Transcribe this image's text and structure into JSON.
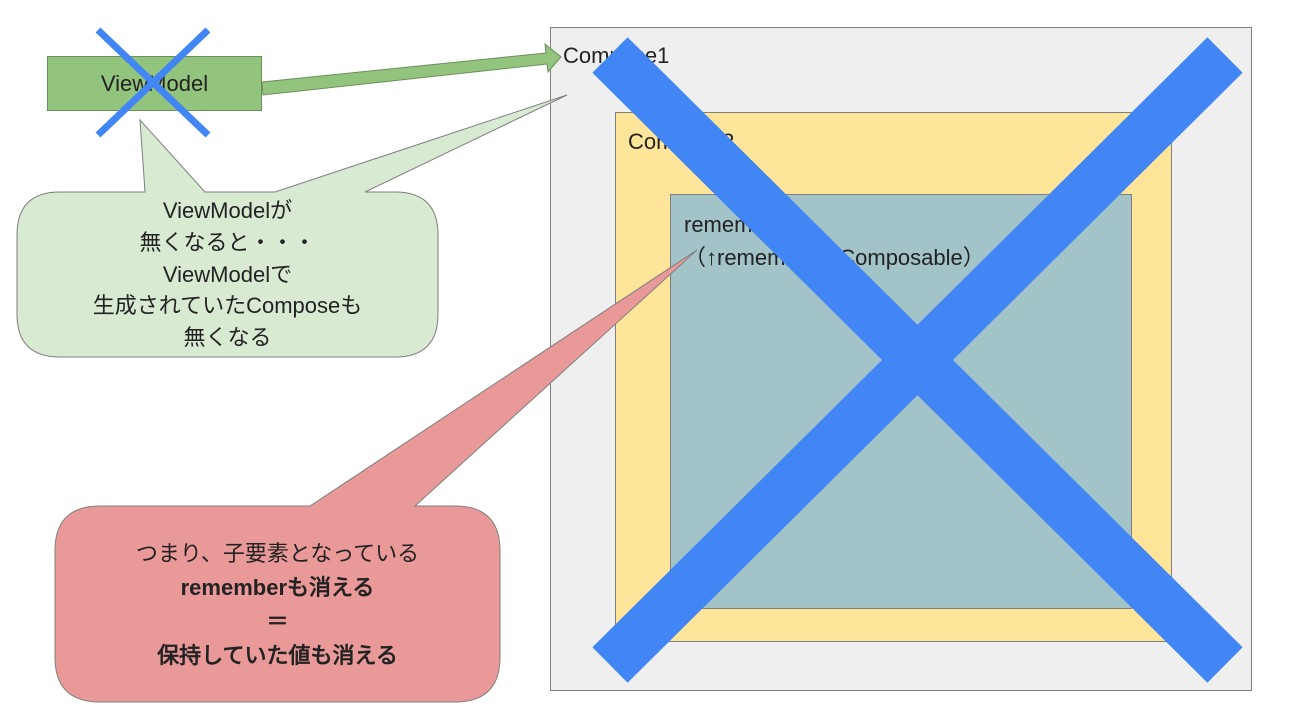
{
  "colors": {
    "viewmodel_fill": "#93c47d",
    "compose1_fill": "#efefef",
    "compose2_fill": "#ffe599",
    "compose3_fill": "#a2c4c9",
    "green_bubble_fill": "#d9ead3",
    "red_bubble_fill": "#ea9999",
    "cross_color": "#4285f4"
  },
  "viewmodel": {
    "label": "ViewModel"
  },
  "compose1": {
    "label": "Compose1"
  },
  "compose2": {
    "label": "Compose2"
  },
  "compose3": {
    "line1": "remember",
    "line2": "（↑rememberもComposable）"
  },
  "green_bubble": {
    "lines": [
      "ViewModelが",
      "無くなると・・・",
      "ViewModelで",
      "生成されていたComposeも",
      "無くなる"
    ]
  },
  "red_bubble": {
    "line1": "つまり、子要素となっている",
    "line2": "rememberも消える",
    "line3": "＝",
    "line4": "保持していた値も消える"
  }
}
